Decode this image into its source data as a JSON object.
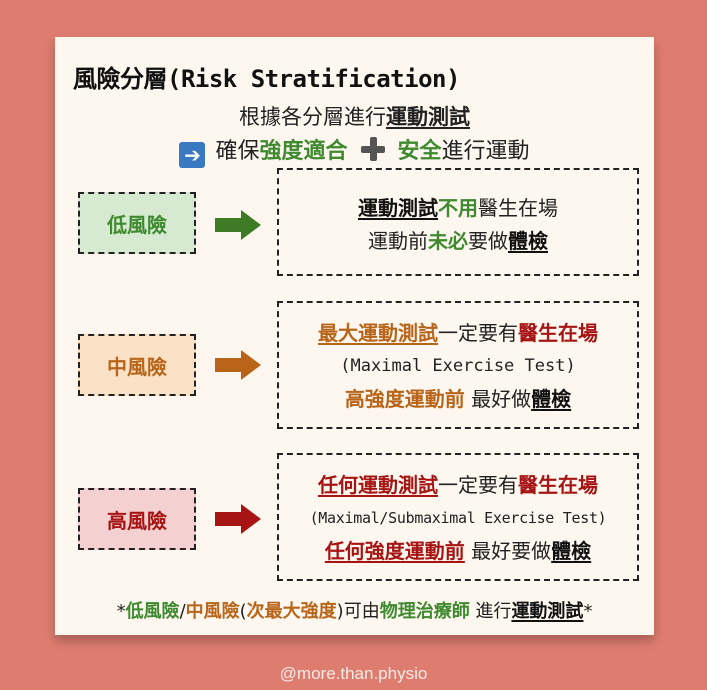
{
  "title": "風險分層(Risk Stratification)",
  "subtitle1": {
    "prefix": "根據各分層進行",
    "emph": "運動測試"
  },
  "subtitle2": {
    "arrow_icon": "right-arrow-icon",
    "t1": "確保",
    "t2": "強度適合",
    "plus_icon": "plus-icon",
    "t3": "安全",
    "t4": "進行運動"
  },
  "low": {
    "label": "低風險",
    "line1": {
      "a": "運動測試",
      "b": "不用",
      "c": "醫生在場"
    },
    "line2": {
      "a": "運動前",
      "b": "未必",
      "c": "要做",
      "d": "體檢"
    }
  },
  "mid": {
    "label": "中風險",
    "line1": {
      "a": "最大運動測試",
      "b": "一定要有",
      "c": "醫生在場"
    },
    "line2": "(Maximal Exercise Test)",
    "line3": {
      "a": "高強度運動前",
      "b": " 最好做",
      "c": "體檢"
    }
  },
  "high": {
    "label": "高風險",
    "line1": {
      "a": "任何運動測試",
      "b": "一定要有",
      "c": "醫生在場"
    },
    "line2": "(Maximal/Submaximal Exercise Test)",
    "line3": {
      "a": "任何強度運動前",
      "b": " 最好要做",
      "c": "體檢"
    }
  },
  "footer": {
    "s1": "*",
    "low": "低風險",
    "slash": "/",
    "mid": "中風險",
    "p1": "(",
    "sub": "次最大強度",
    "p2": ")可由",
    "who": "物理治療師",
    "s2": " 進行",
    "test": "運動測試",
    "s3": "*"
  },
  "watermark": "@more.than.physio",
  "colors": {
    "low": "#3f8a2f",
    "mid": "#b8651a",
    "high": "#a71414",
    "background": "#df7c70"
  }
}
